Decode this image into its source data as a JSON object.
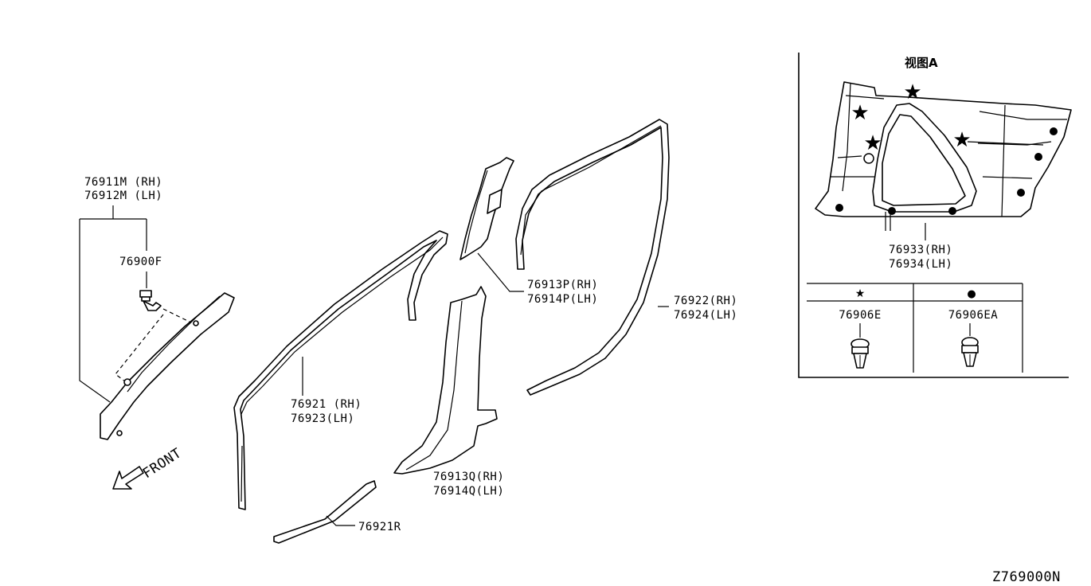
{
  "labels": {
    "p76911": "76911M (RH)",
    "p76912": "76912M (LH)",
    "p76900": "76900F",
    "front": "FRONT",
    "p76913p": "76913P(RH)",
    "p76914p": "76914P(LH)",
    "p76922": "76922(RH)",
    "p76924": "76924(LH)",
    "p76921": "76921 (RH)",
    "p76923": "76923(LH)",
    "p76913q": "76913Q(RH)",
    "p76914q": "76914Q(LH)",
    "p76921r": "76921R"
  },
  "view_a": {
    "title": "视图A",
    "p76933": "76933(RH)",
    "p76934": "76934(LH)",
    "legend_star_symbol": "★",
    "legend_dot_symbol": "●",
    "legend_star_part": "76906E",
    "legend_dot_part": "76906EA"
  },
  "diagram_code": "Z769000N"
}
